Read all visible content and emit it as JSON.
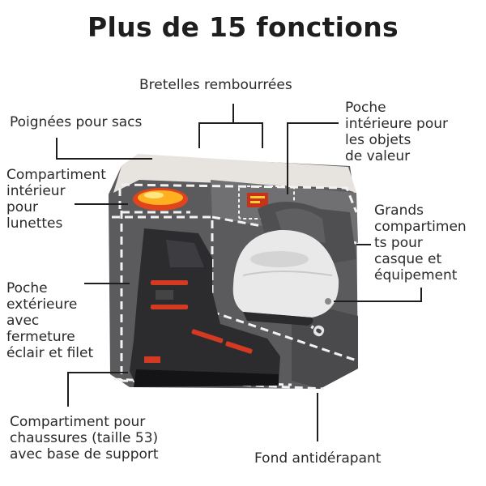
{
  "title": "Plus de 15 fonctions",
  "labels": {
    "straps": "Bretelles rembourrées",
    "handles": "Poignées pour sacs",
    "inner_pocket": "Poche\nintérieure pour\nles objets\nde valeur",
    "goggles": "Compartiment\nintérieur\npour\nlunettes",
    "large": "Grands\ncompartimen\nts pour\ncasque et\néquipement",
    "outer_pocket": "Poche\nextérieure\navec\nfermeture\néclair et filet",
    "boots": "Compartiment pour\nchaussures (taille 53)\navec base de support",
    "base": "Fond antidérapant"
  },
  "colors": {
    "bag": "#5b5b5d",
    "bag_light": "#e7e4df",
    "dashes": "#f2f2f2",
    "accent": "#e0441c",
    "lines": "#1e1e1e"
  }
}
